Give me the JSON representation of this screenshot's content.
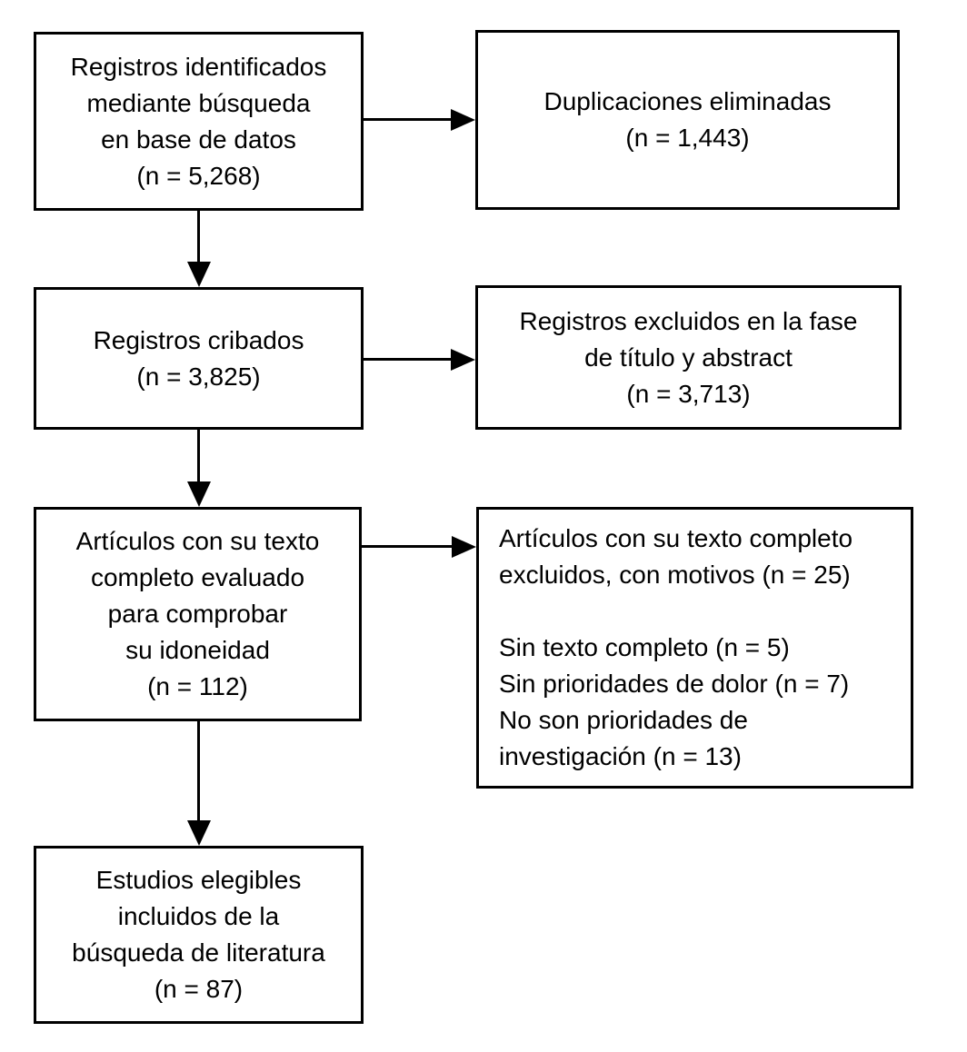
{
  "diagram": {
    "type": "flowchart",
    "language": "es",
    "colors": {
      "background": "#ffffff",
      "box_border": "#000000",
      "text": "#000000",
      "arrow": "#000000"
    },
    "boxes": {
      "identified": {
        "text": "Registros identificados\nmediante búsqueda\nen base de datos\n(n = 5,268)"
      },
      "duplicates_removed": {
        "text": "Duplicaciones eliminadas\n(n = 1,443)"
      },
      "screened": {
        "text": "Registros cribados\n(n = 3,825)"
      },
      "excluded_title_abstract": {
        "text": "Registros excluidos en la fase\nde título y abstract\n(n = 3,713)"
      },
      "fulltext_assessed": {
        "text": "Artículos con su texto\ncompleto evaluado\npara comprobar\nsu idoneidad\n(n = 112)"
      },
      "fulltext_excluded": {
        "text": "Artículos con su texto completo\nexcluidos, con motivos (n = 25)\n\nSin texto completo (n = 5)\nSin prioridades de dolor (n = 7)\nNo son prioridades de\ninvestigación (n = 13)"
      },
      "included": {
        "text": "Estudios elegibles\nincluidos de la\nbúsqueda de literatura\n(n = 87)"
      }
    },
    "edges": [
      {
        "from": "identified",
        "to": "duplicates_removed",
        "direction": "right"
      },
      {
        "from": "identified",
        "to": "screened",
        "direction": "down"
      },
      {
        "from": "screened",
        "to": "excluded_title_abstract",
        "direction": "right"
      },
      {
        "from": "screened",
        "to": "fulltext_assessed",
        "direction": "down"
      },
      {
        "from": "fulltext_assessed",
        "to": "fulltext_excluded",
        "direction": "right"
      },
      {
        "from": "fulltext_assessed",
        "to": "included",
        "direction": "down"
      }
    ]
  }
}
